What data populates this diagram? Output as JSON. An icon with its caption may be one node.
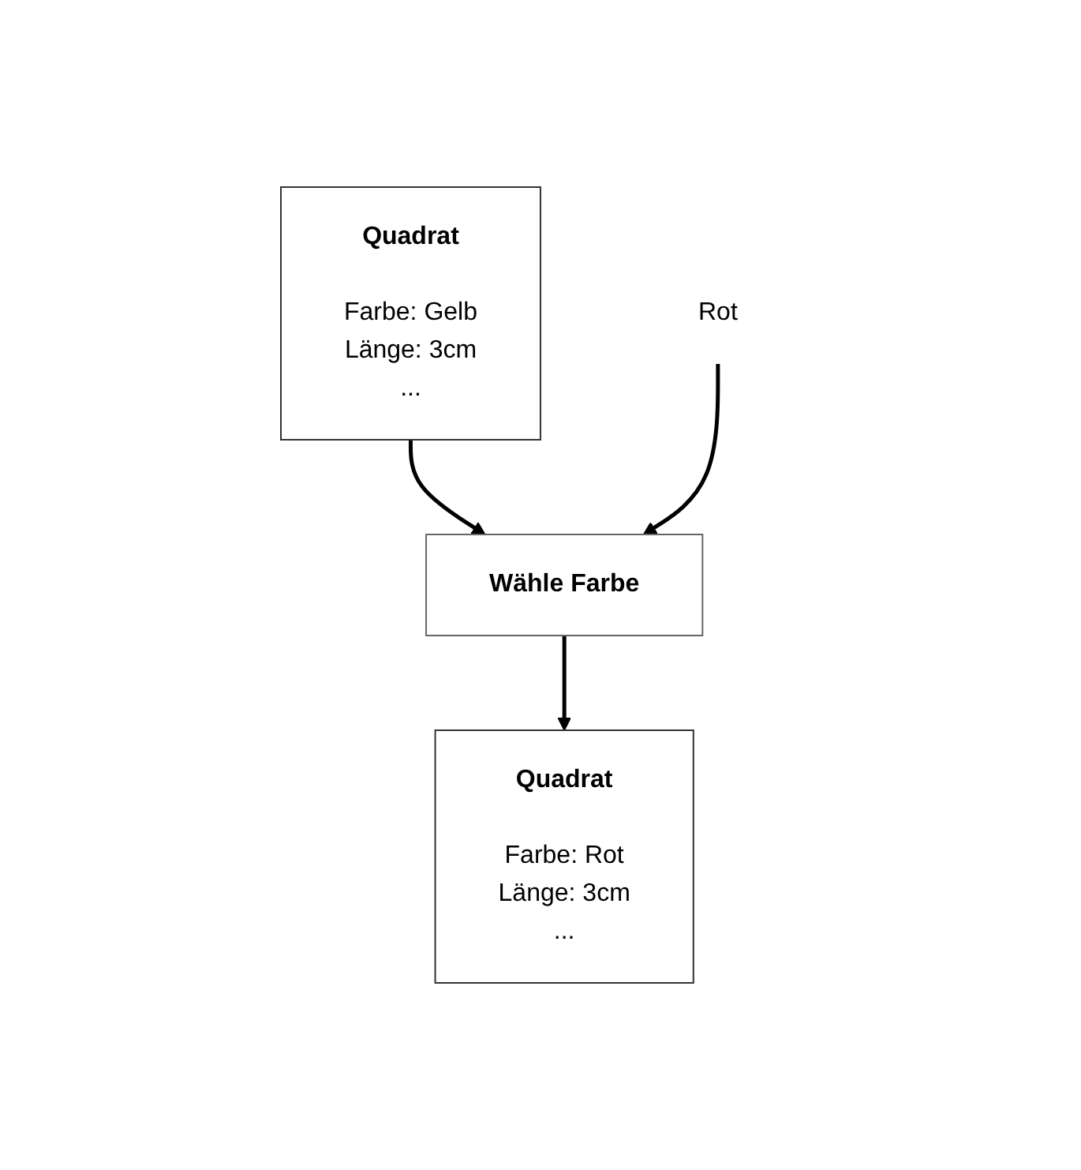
{
  "diagram": {
    "nodes": [
      {
        "text": [
          "Quadrat",
          "Farbe: Gelb",
          "Länge: 3cm",
          "..."
        ]
      },
      {
        "text": [
          "Rot"
        ]
      },
      {
        "text": [
          "Wähle Farbe"
        ]
      },
      {
        "text": [
          "Quadrat",
          "Farbe: Rot",
          "Länge: 3cm",
          "..."
        ]
      }
    ],
    "edges": [
      {
        "from": 0,
        "to": 2,
        "arrow": "to"
      },
      {
        "from": 1,
        "to": 2,
        "arrow": "to"
      },
      {
        "from": 2,
        "to": 3,
        "arrow": "to"
      }
    ]
  }
}
